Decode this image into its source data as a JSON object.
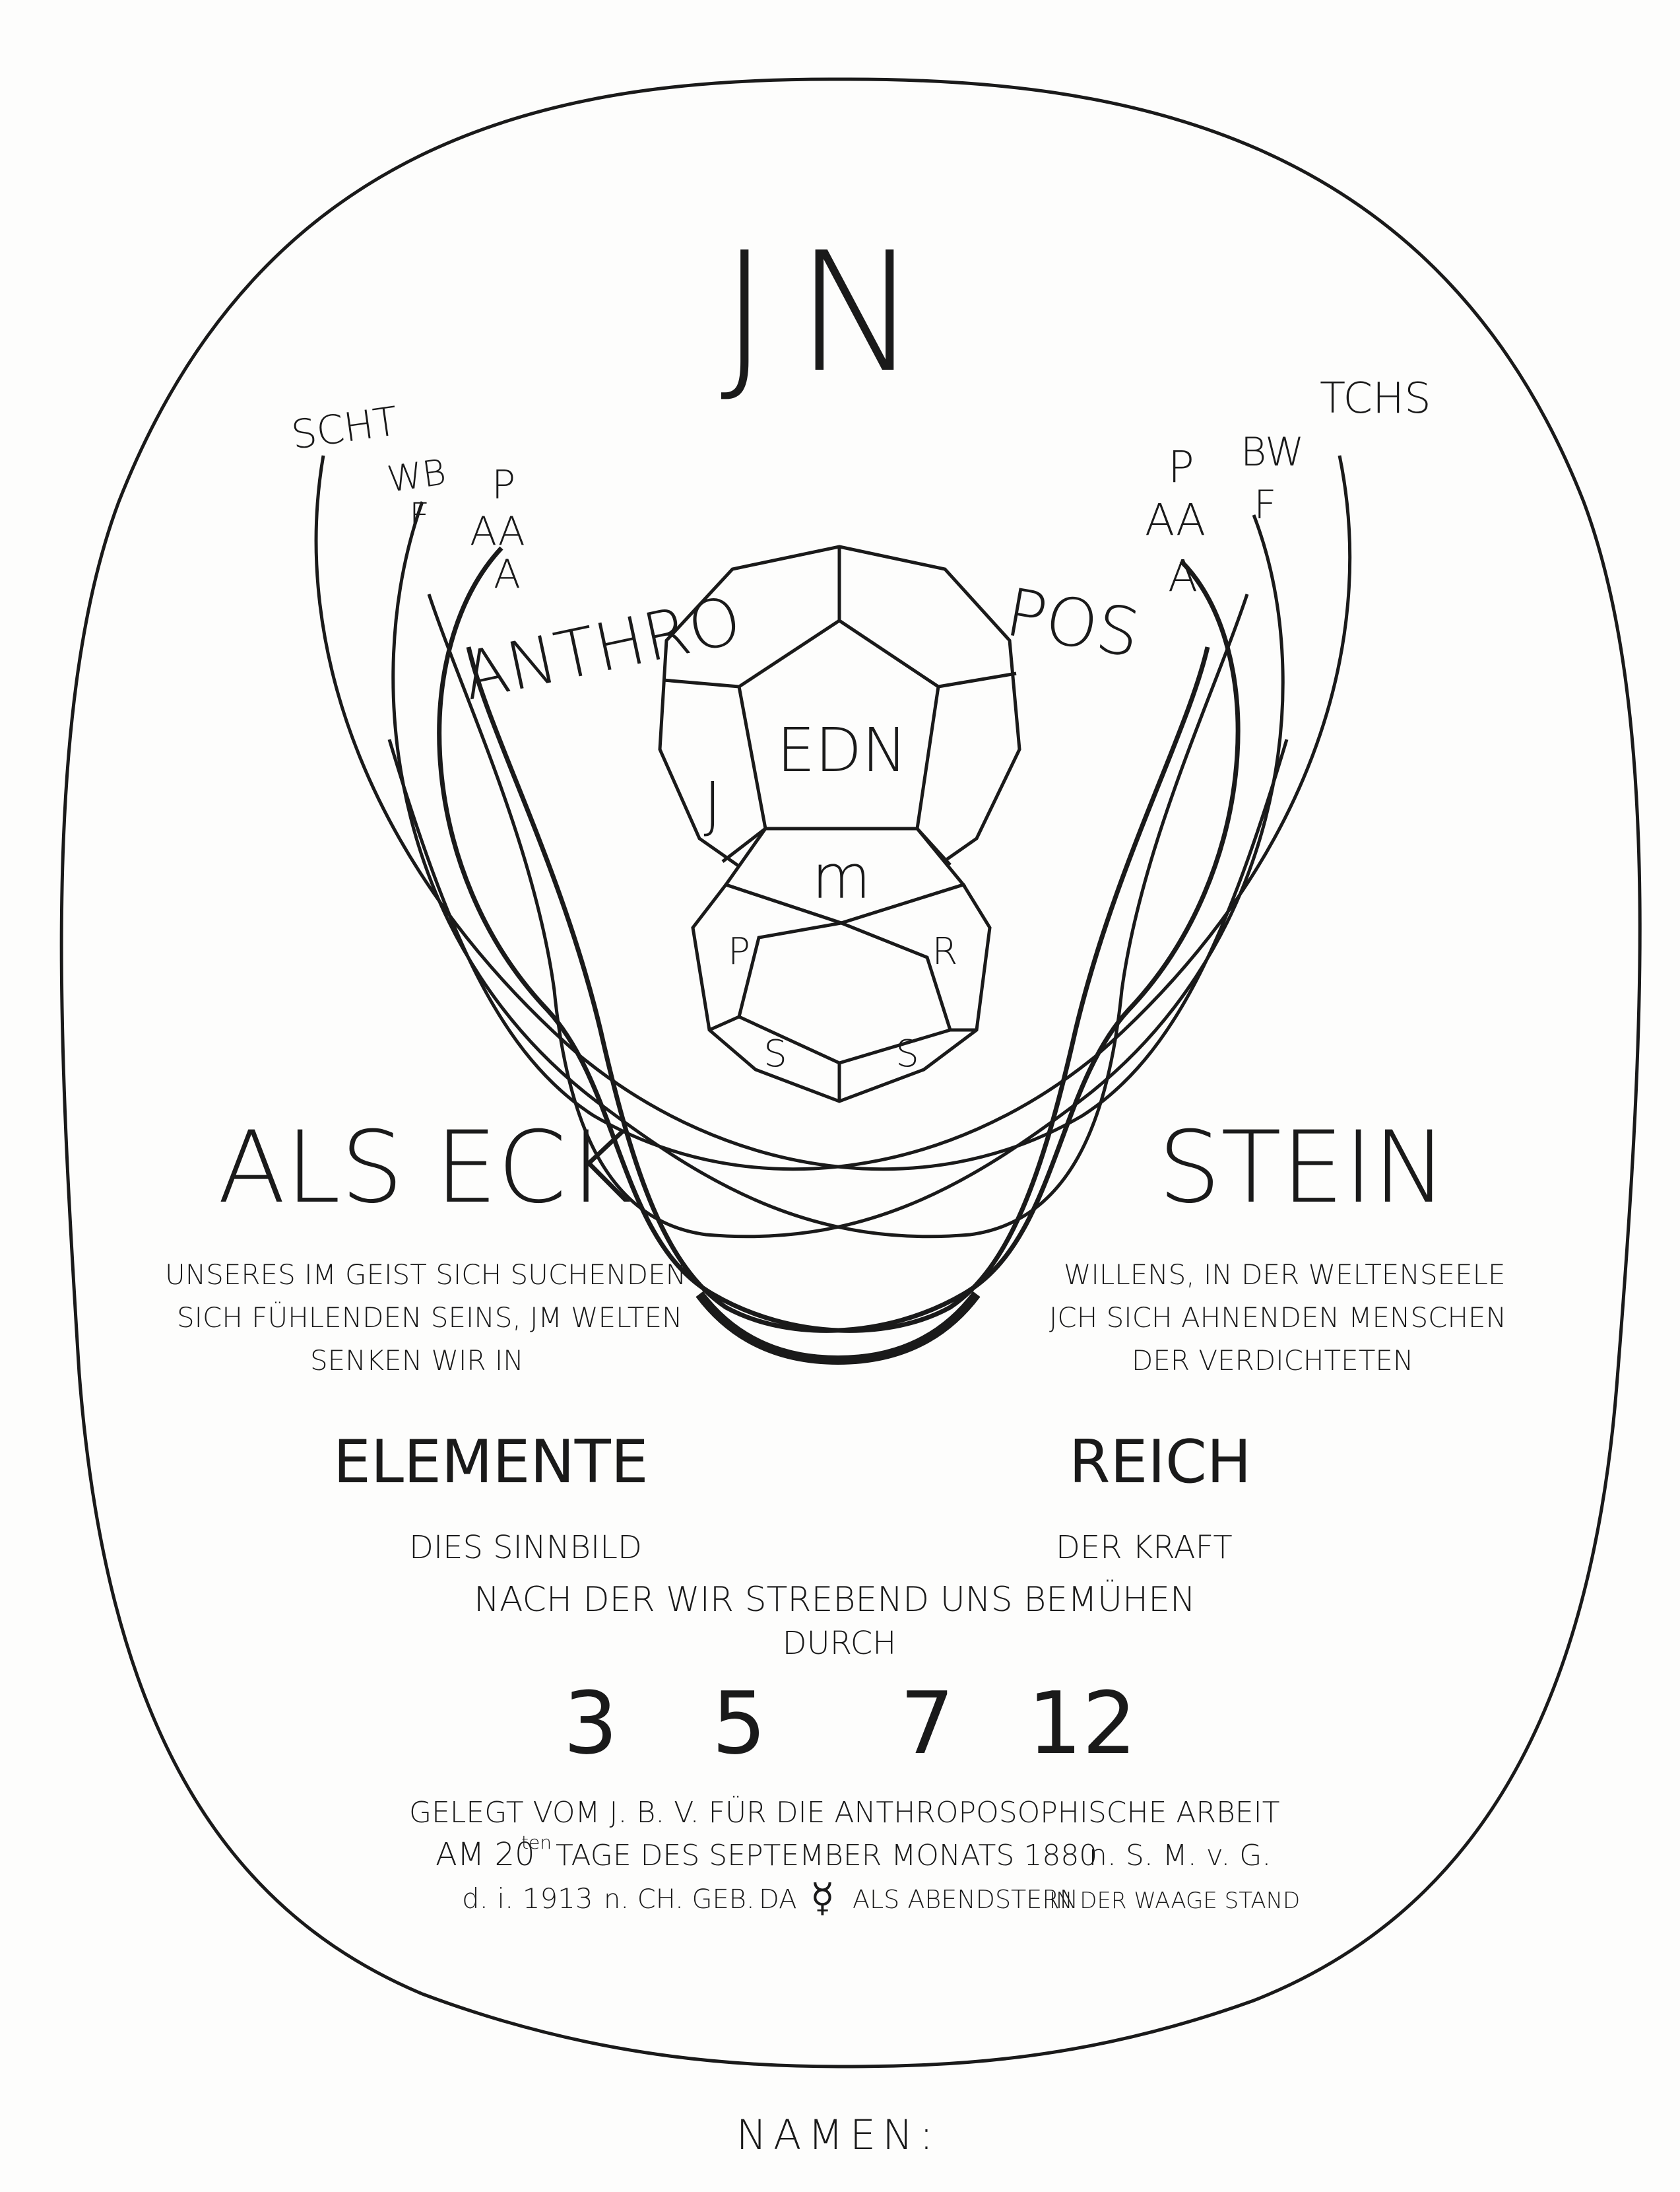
{
  "title": "JN",
  "top_left_labels": {
    "line1": "SCHT",
    "line2a": "WB",
    "line2b": "F",
    "line3a": "P",
    "line3b": "AA",
    "line3c": "A"
  },
  "top_right_labels": {
    "line1": "TCHS",
    "line2a": "BW",
    "line2b": "F",
    "line3a": "P",
    "line3b": "AA",
    "line3c": "A"
  },
  "anthro": "ANTHRO",
  "pos": "POS",
  "stone": {
    "center": "EDN",
    "left": "J",
    "middle": "m",
    "lower_left": "P",
    "lower_right": "R",
    "bottom_left": "S",
    "bottom_right": "S"
  },
  "headline_left": "ALS ECK",
  "headline_right": "STEIN",
  "left_text": [
    "UNSERES IM GEIST SICH SUCHENDEN",
    "SICH FÜHLENDEN SEINS, JM WELTEN",
    "SENKEN WIR IN"
  ],
  "right_text": [
    "WILLENS, IN DER WELTENSEELE",
    "JCH SICH AHNENDEN MENSCHEN",
    "DER VERDICHTETEN"
  ],
  "elemente": "ELEMENTE",
  "reich": "REICH",
  "sinnbild": "DIES SINNBILD",
  "der_kraft": "DER KRAFT",
  "nach_der": "NACH DER WIR STREBEND UNS BEMÜHEN",
  "durch": "DURCH",
  "numbers": [
    "3",
    "5",
    "7",
    "12"
  ],
  "dedication_line1": "GELEGT VOM J. B. V. FÜR DIE ANTHROPOSOPHISCHE ARBEIT",
  "dedication_line2a": "AM 20",
  "dedication_line2_sup": "ten",
  "dedication_line2b": "TAGE DES SEPTEMBER MONATS 1880",
  "dedication_line2c": "n. S. M. v. G.",
  "dedication_line3a": "d. i. 1913",
  "dedication_line3b": "n. CH. GEB.",
  "dedication_line3c": "DA",
  "mercury_symbol": "☿",
  "dedication_line3d": "ALS ABENDSTERN",
  "dedication_line3e": "IN DER WAAGE STAND",
  "namen": "NAMEN:"
}
